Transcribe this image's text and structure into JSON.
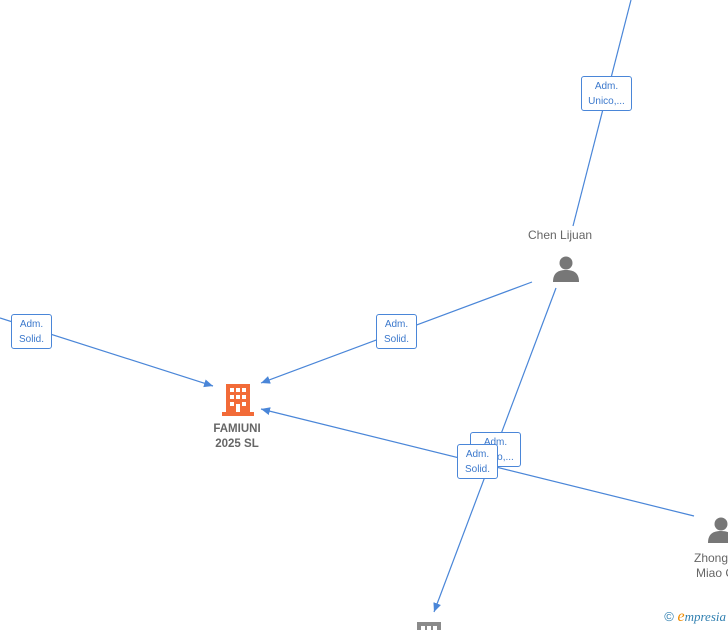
{
  "nodes": {
    "chen": {
      "name": "Chen Lijuan"
    },
    "famiuni": {
      "line1": "FAMIUNI",
      "line2": "2025  SL"
    },
    "zhong": {
      "line1": "Zhong",
      "line2": "Miao C"
    }
  },
  "edge_labels": {
    "top": {
      "line1": "Adm.",
      "line2": "Unico,..."
    },
    "left": {
      "line1": "Adm.",
      "line2": "Solid."
    },
    "middle": {
      "line1": "Adm.",
      "line2": "Solid."
    },
    "lower_back": {
      "line1": "Adm.",
      "line2": "Unico,..."
    },
    "lower_front": {
      "line1": "Adm.",
      "line2": "Solid."
    }
  },
  "colors": {
    "edge": "#4a86d8",
    "company_main": "#f26b38",
    "company_other": "#8a8a8a",
    "person": "#777777"
  },
  "watermark": {
    "copyright": "©",
    "brand_e": "e",
    "brand_rest": "mpresia"
  }
}
